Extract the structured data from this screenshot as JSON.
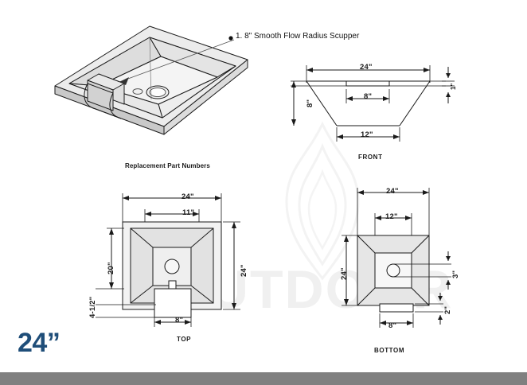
{
  "document": {
    "type": "product-specification-drawing",
    "product_size_badge": "24”",
    "size_badge_color": "#1F4E79",
    "watermark_text": "OUTDOOR",
    "watermark_color": "#f0f0f0",
    "background_color": "#ffffff",
    "footer_band_color": "#808080",
    "line_color": "#1a1a1a",
    "fill_light": "#f2f2f2",
    "fill_mid": "#e2e2e2",
    "fill_dark": "#cfcfcf"
  },
  "isometric": {
    "callout": "1. 8\" Smooth Flow Radius Scupper",
    "caption": "Replacement Part Numbers"
  },
  "front_view": {
    "name": "FRONT",
    "dimensions": {
      "top_width": "24\"",
      "inner_width": "8\"",
      "bottom_width": "12\"",
      "height": "8\"",
      "lip": "1\""
    }
  },
  "top_view": {
    "name": "TOP",
    "dimensions": {
      "overall_width": "24\"",
      "inner_width": "11\"",
      "inner_height": "20\"",
      "overall_height": "24\"",
      "offset": "4-1/2\"",
      "scupper_width": "8\""
    }
  },
  "bottom_view": {
    "name": "BOTTOM",
    "dimensions": {
      "overall_width": "24\"",
      "inner_width": "12\"",
      "overall_height": "24\"",
      "drain_offset": "3\"",
      "scupper_depth": "2\"",
      "scupper_width": "8\""
    }
  }
}
